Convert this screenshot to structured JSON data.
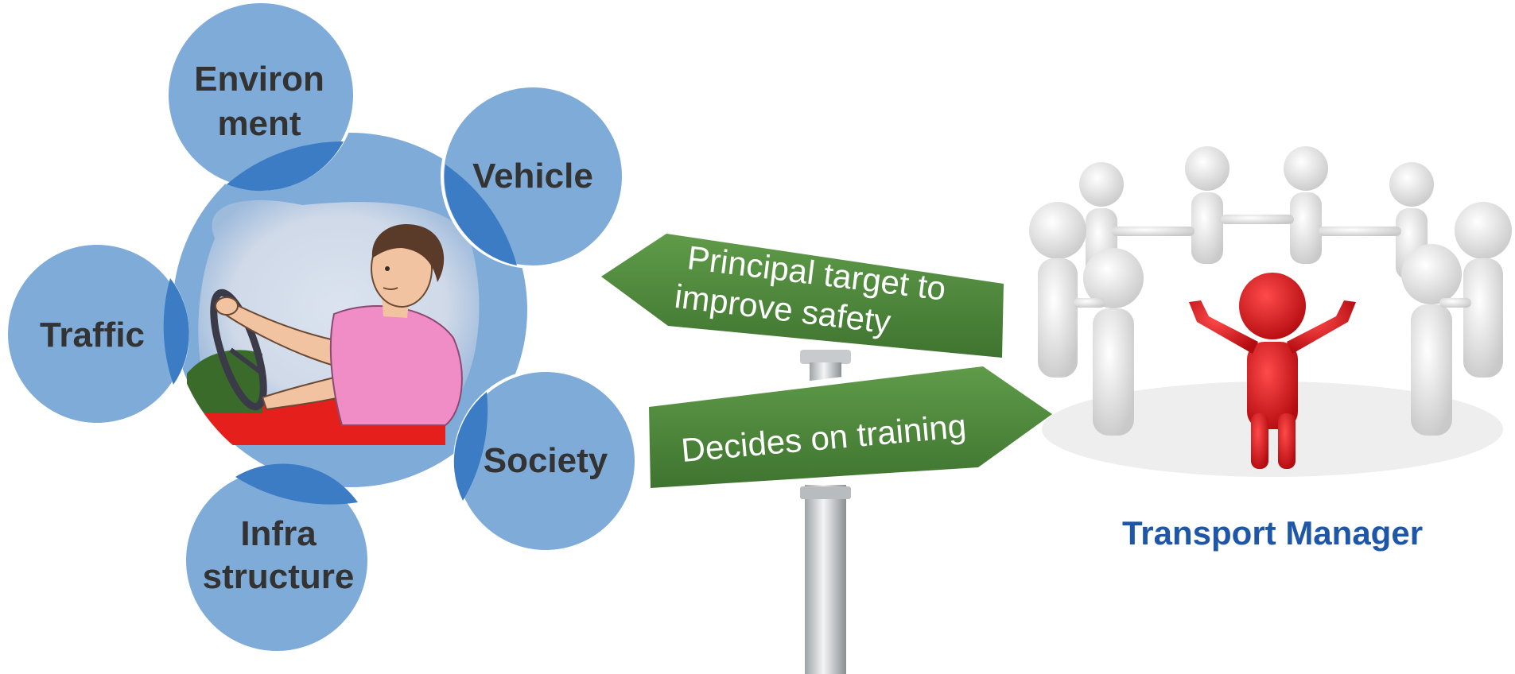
{
  "factors": {
    "environment": [
      "Environ",
      "ment"
    ],
    "vehicle": "Vehicle",
    "traffic": "Traffic",
    "society": "Society",
    "infrastructure": [
      "Infra",
      "structure"
    ]
  },
  "signpost": {
    "upper_sign": [
      "Principal target to",
      "improve safety"
    ],
    "lower_sign": "Decides on training"
  },
  "manager": {
    "label": "Transport Manager"
  },
  "colors": {
    "circle_fill": "#7fabd8",
    "circle_overlap": "#3b7cc4",
    "sign_green": "#4f8a3c",
    "figure_red": "#e0141b",
    "label_blue": "#1f57a8"
  }
}
